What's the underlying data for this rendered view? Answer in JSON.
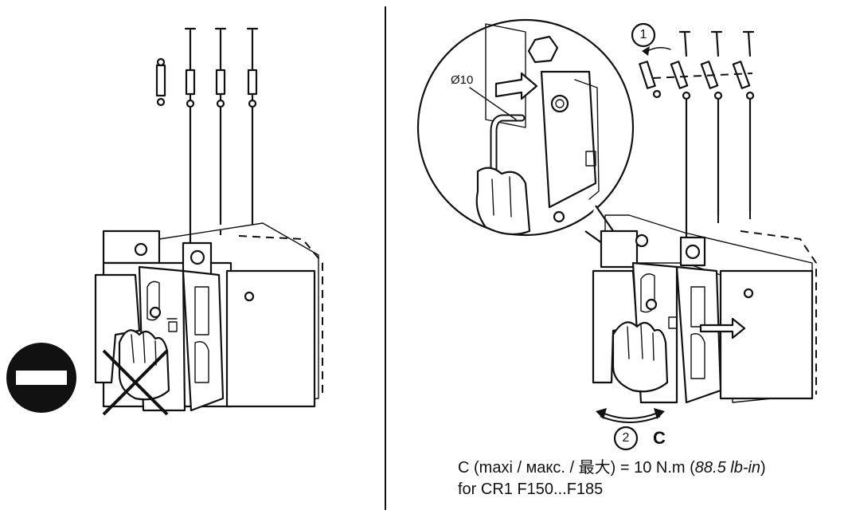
{
  "steps": {
    "step1": "1",
    "step2": "2"
  },
  "labels": {
    "diameter": "Ø10",
    "torque_letter": "C"
  },
  "caption": {
    "line1_prefix": "C (maxi / макс. / 最大) = 10 N.m (",
    "line1_italic": "88.5 lb-in",
    "line1_suffix": ")",
    "line2": "for CR1 F150...F185"
  },
  "icons": {
    "prohibition": "no-entry-icon",
    "crossed_hand": "cross-out-icon",
    "arrow": "arrow-icon"
  }
}
